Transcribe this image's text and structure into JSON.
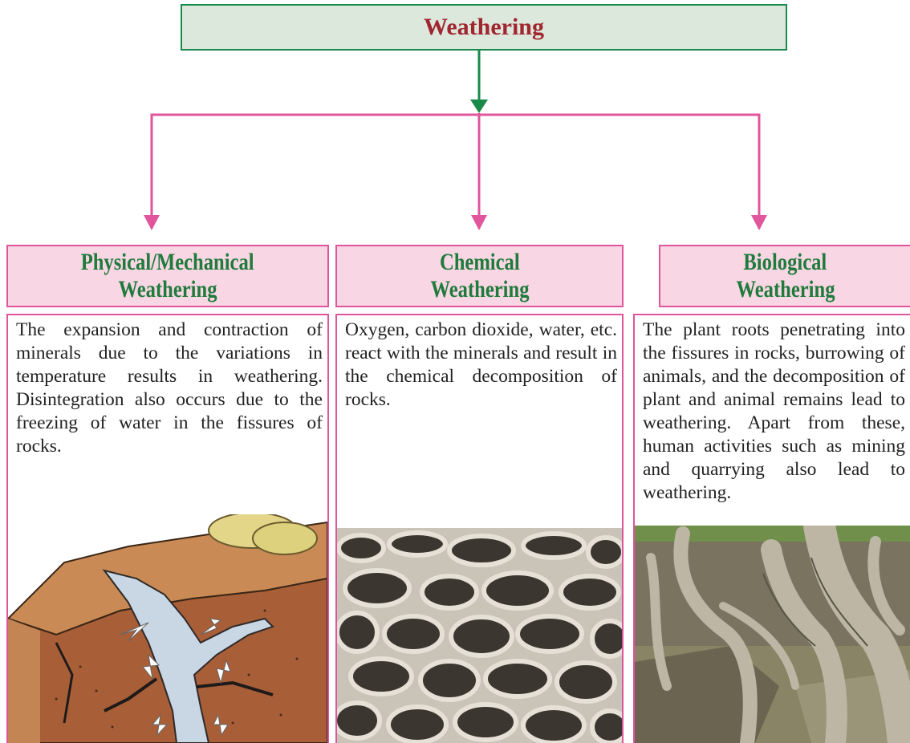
{
  "diagram": {
    "title": "Weathering",
    "colors": {
      "title_text": "#a0262f",
      "title_border": "#1a8a4a",
      "title_fill": "#dde8dd",
      "branch_lines": "#e0559b",
      "heading_fill": "#f8d6e3",
      "heading_text": "#1f7a3c"
    },
    "branches": [
      {
        "heading_line1": "Physical/Mechanical",
        "heading_line2": "Weathering",
        "text": "The expansion and contraction of minerals due to the variations in temperature results in weather­ing. Disintegration also occurs due to the freezing of water in the fissures of rocks.",
        "image": "rock-crack-illustration"
      },
      {
        "heading_line1": "Chemical",
        "heading_line2": "Weathering",
        "text": "Oxygen, carbon dioxide, wa­ter, etc. react with the min­erals and result in the chemi­cal decomposition of rocks.",
        "image": "honeycomb-rock-photo"
      },
      {
        "heading_line1": "Biological",
        "heading_line2": "Weathering",
        "text": "The plant roots penetrating into the fissures in rocks, bur­rowing of animals, and the decomposition of plant and animal remains lead to weathering. Apart from these, human activities such as mining and quarrying also lead to weathering.",
        "image": "tree-roots-photo"
      }
    ]
  }
}
